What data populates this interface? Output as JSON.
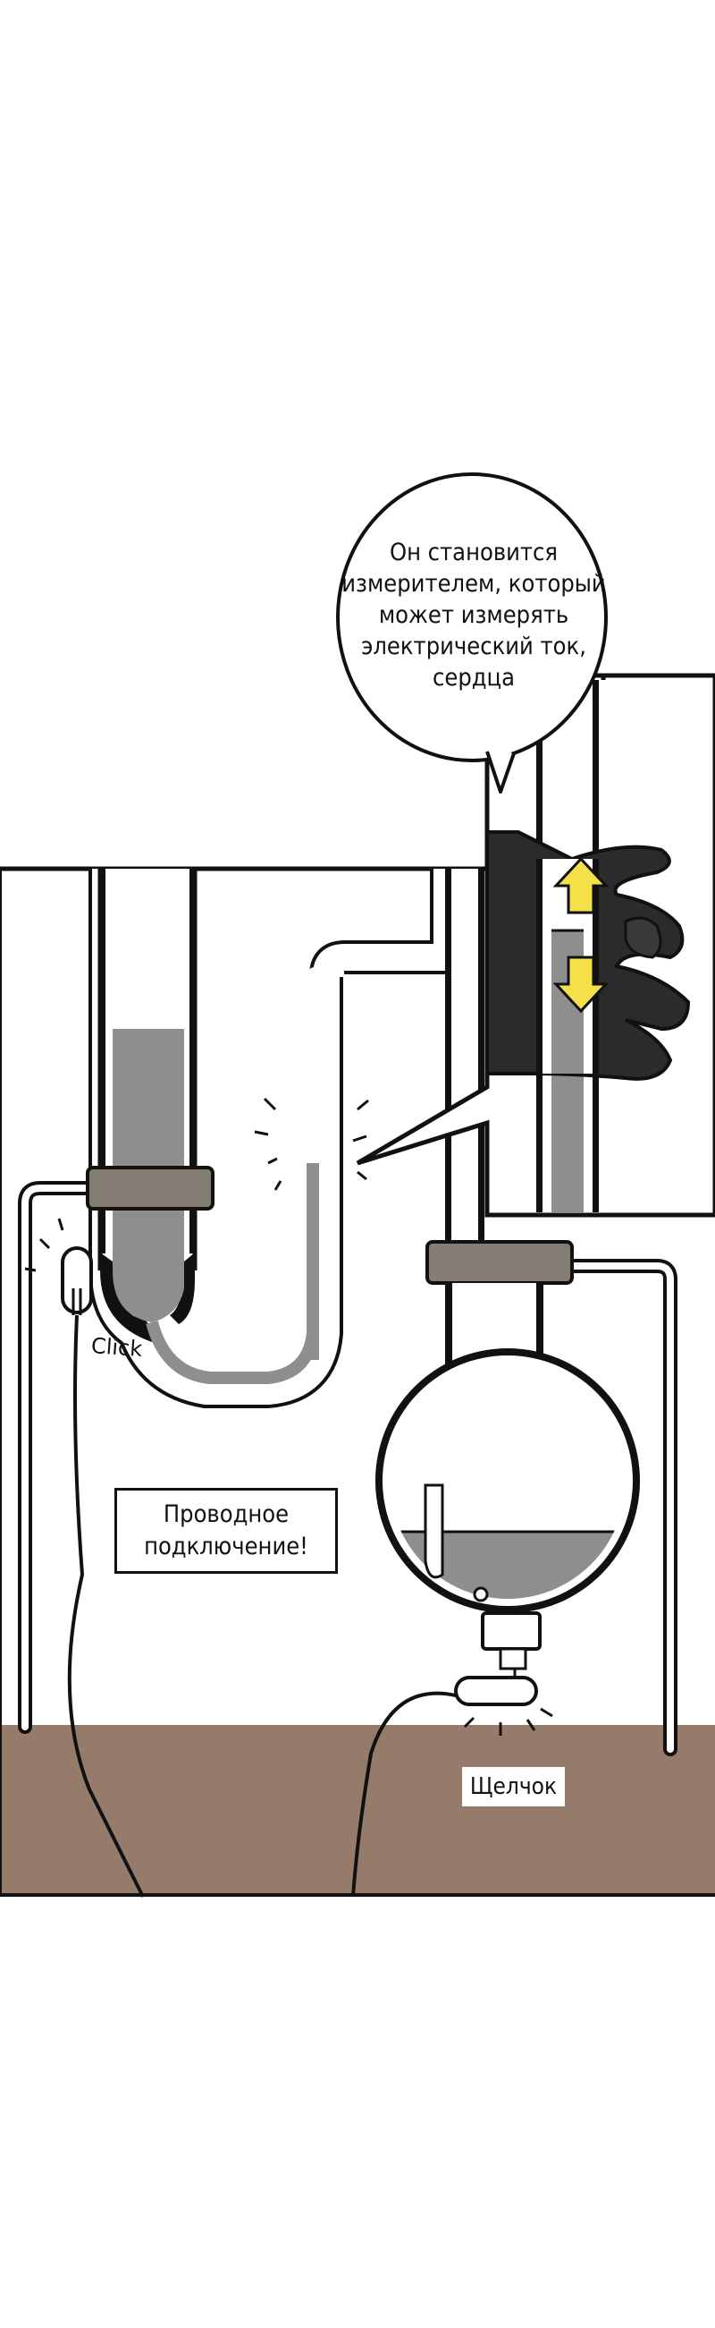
{
  "speech_bubble": {
    "lines": [
      "Он становится",
      "измерителем, который",
      "может измерять",
      "электрический ток,",
      "сердца"
    ]
  },
  "captions": {
    "connection_line1": "Проводное",
    "connection_line2": "подключение!",
    "click_ru": "Щелчок",
    "click_en": "Click"
  },
  "colors": {
    "liquid": "#8e8e8e",
    "ground": "#967b6b",
    "clamp": "#847d73",
    "arrow": "#f6e04a",
    "glove": "#2b2b2b",
    "outline": "#111111"
  },
  "icons": {
    "up_arrow": "arrow-up-icon",
    "down_arrow": "arrow-down-icon"
  }
}
